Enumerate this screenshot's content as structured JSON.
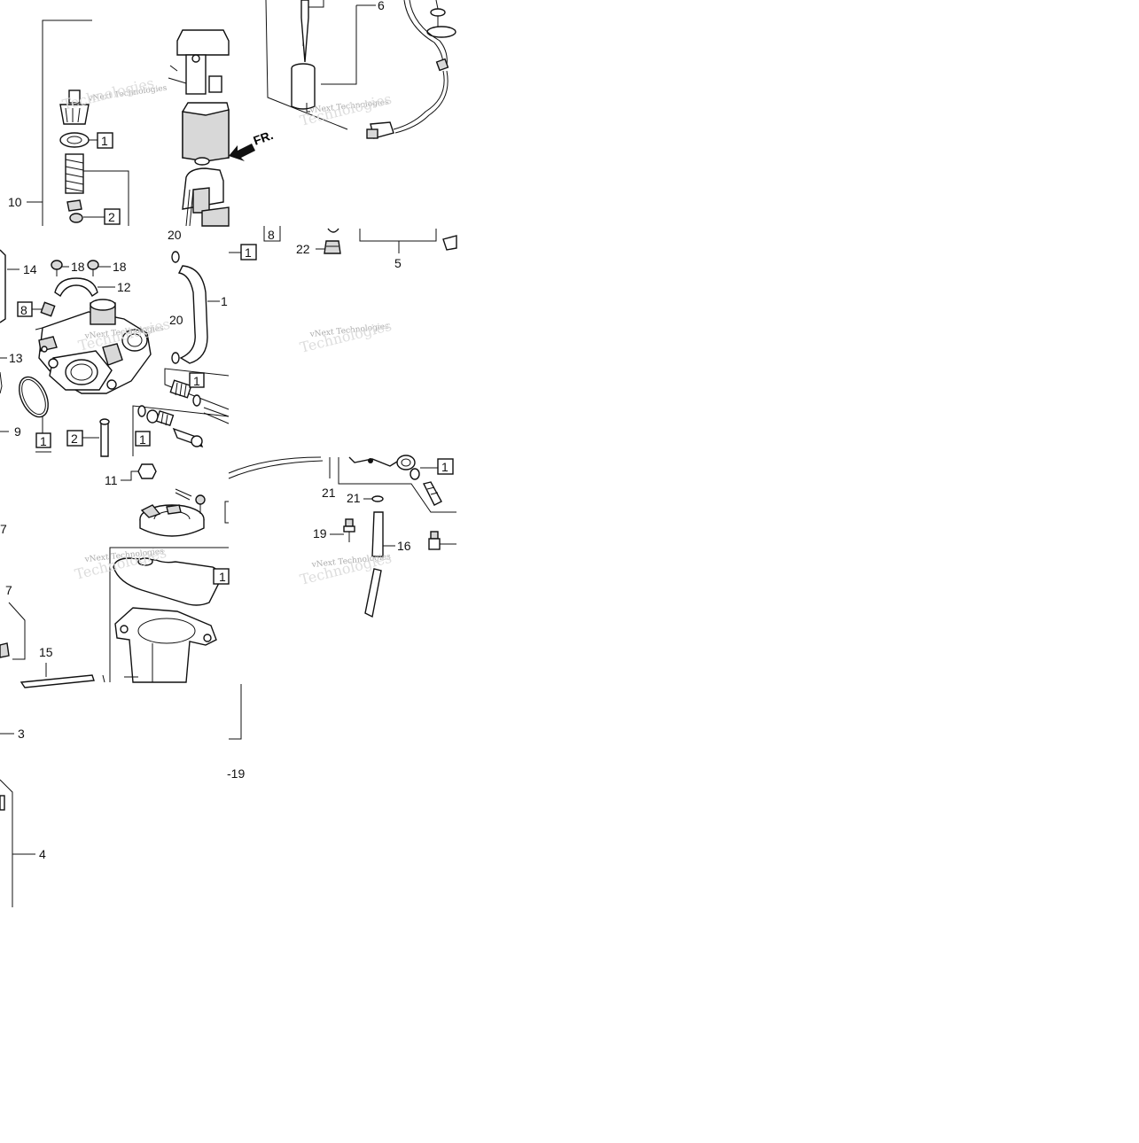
{
  "diagram": {
    "panels": [
      {
        "name": "panel-1"
      },
      {
        "name": "panel-2"
      },
      {
        "name": "panel-3"
      },
      {
        "name": "panel-4"
      },
      {
        "name": "panel-5"
      },
      {
        "name": "panel-6"
      },
      {
        "name": "panel-7"
      }
    ],
    "direction_marker": "FR.",
    "watermark": "vNext Technologies",
    "watermark_shadow": "Technologies",
    "callouts": {
      "c6": "6",
      "c10": "10",
      "c1a": "1",
      "c2a": "2",
      "c20a": "20",
      "c8a": "8",
      "c1b": "1",
      "c22": "22",
      "c5": "5",
      "c14": "14",
      "c18a": "18",
      "c18b": "18",
      "c12": "12",
      "c1c": "1",
      "c8b": "8",
      "c20b": "20",
      "c13": "13",
      "c1d": "1",
      "c9": "9",
      "c1e": "1",
      "c2b": "2",
      "c1f": "1",
      "c11": "11",
      "c21a": "21",
      "c21b": "21",
      "c1g": "1",
      "c19a": "19",
      "c16": "16",
      "c7a": "7",
      "c7b": "7",
      "c1h": "1",
      "c15": "15",
      "c3": "3",
      "c19b": "-19",
      "c4": "4"
    }
  }
}
